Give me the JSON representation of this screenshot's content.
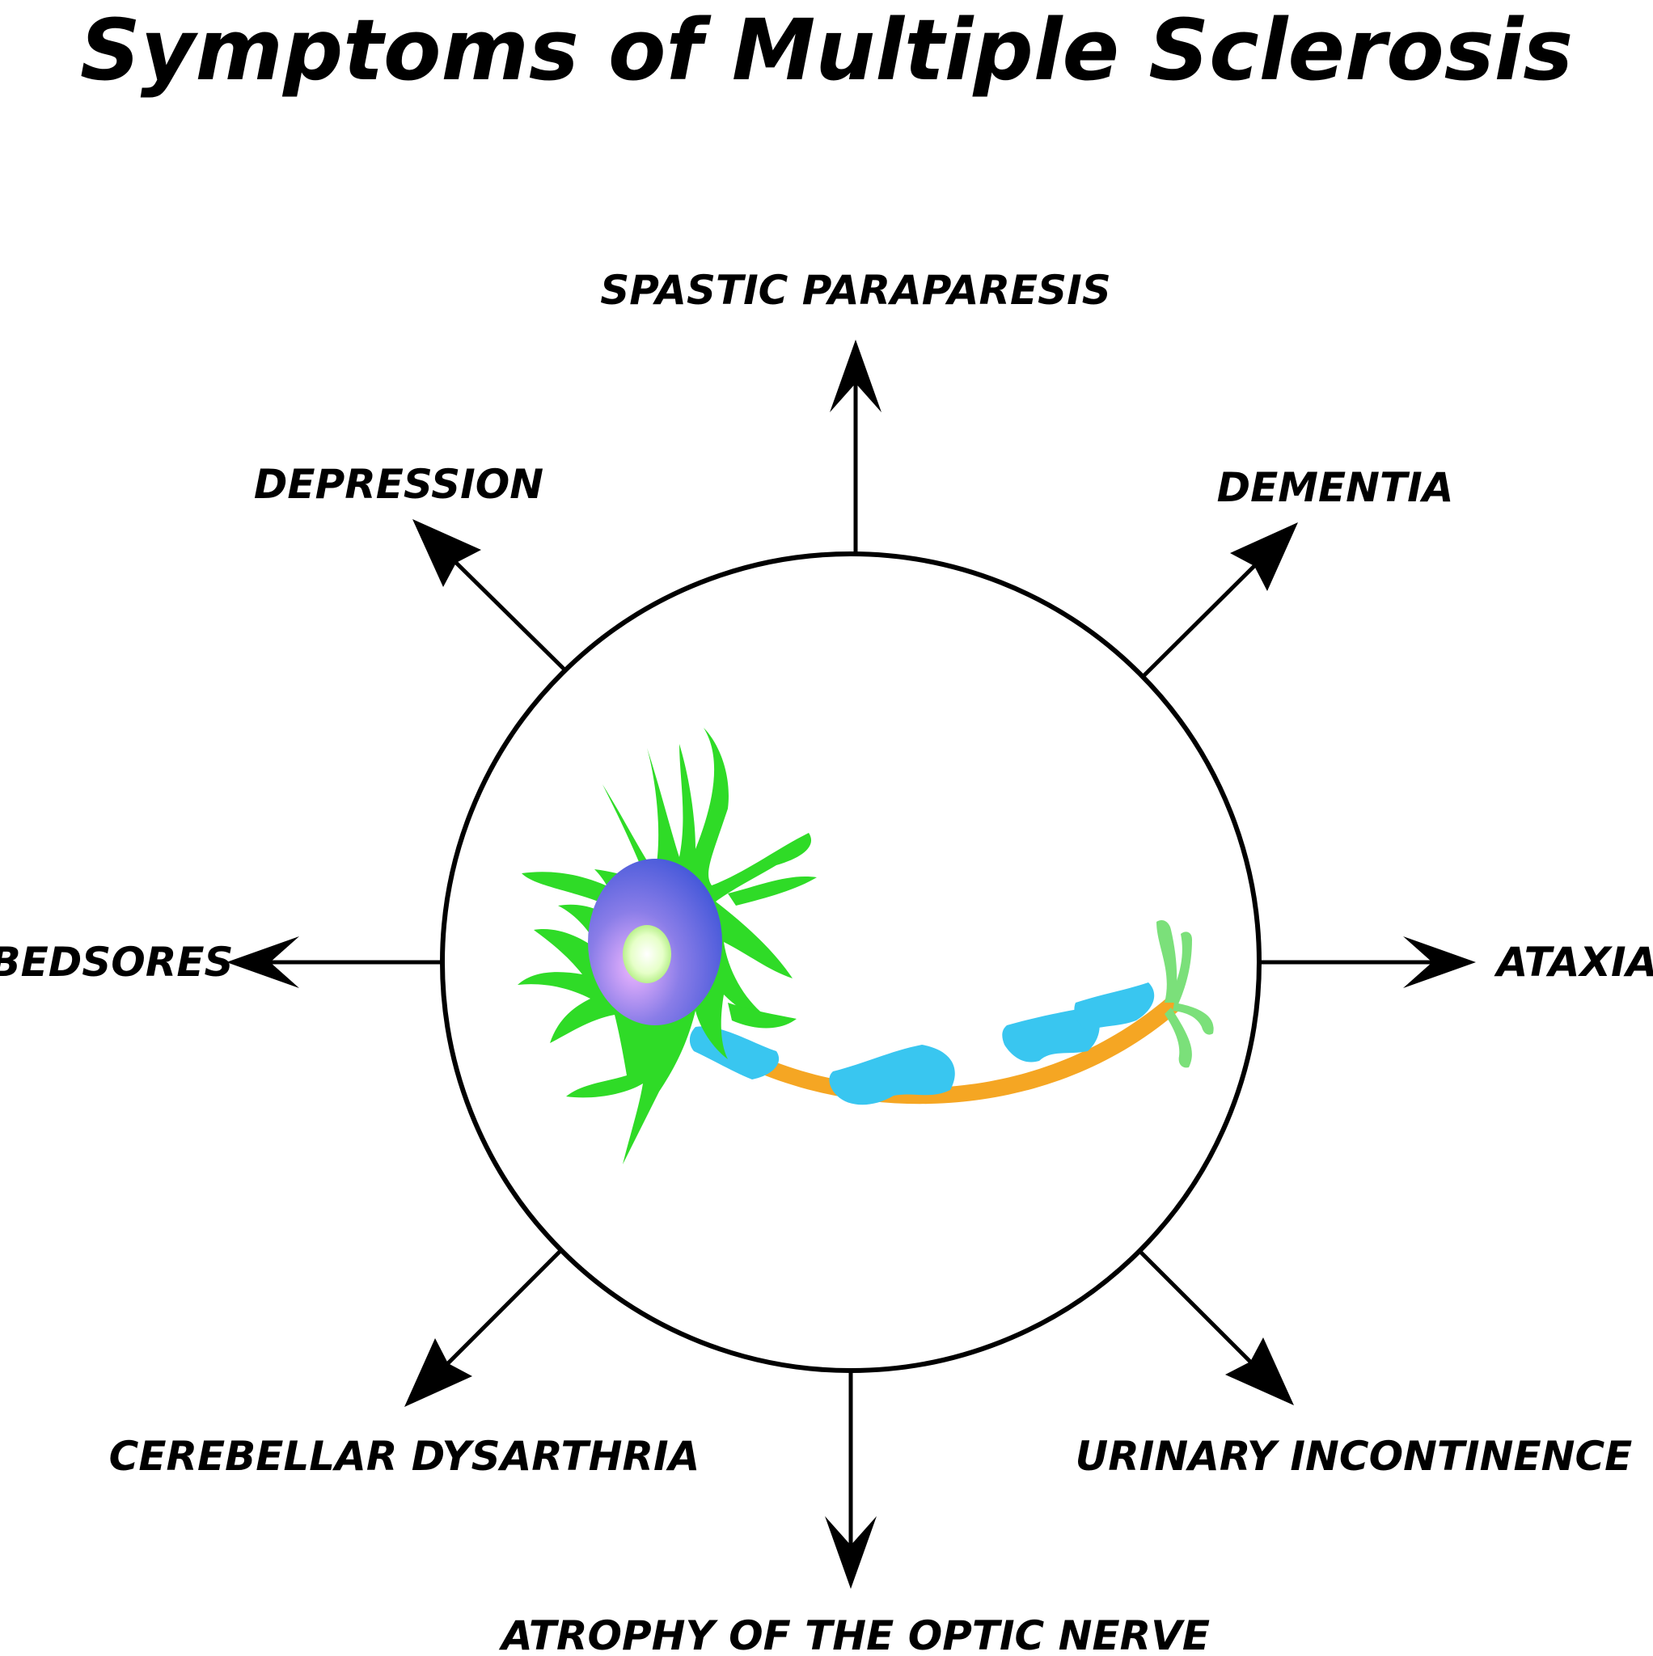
{
  "title": "Symptoms of Multiple Sclerosis",
  "symptoms": {
    "spastic_paraparesis": "SPASTIC PARAPARESIS",
    "depression": "DEPRESSION",
    "dementia": "DEMENTIA",
    "bedsores": "BEDSORES",
    "ataxia": "ATAXIA",
    "cerebellar_dysarthria": "CEREBELLAR DYSARTHRIA",
    "urinary_incontinence": "URINARY INCONTINENCE",
    "atrophy_optic_nerve": "ATROPHY OF THE OPTIC NERVE"
  },
  "colors": {
    "dendrites": "#2fdb27",
    "cell_body": "#5a5be0",
    "nucleus": "#c8ff9a",
    "axon": "#f5a623",
    "myelin": "#39c6f0",
    "terminal": "#7be07a",
    "outline": "#000000"
  },
  "icons": {
    "center": "neuron-icon"
  }
}
